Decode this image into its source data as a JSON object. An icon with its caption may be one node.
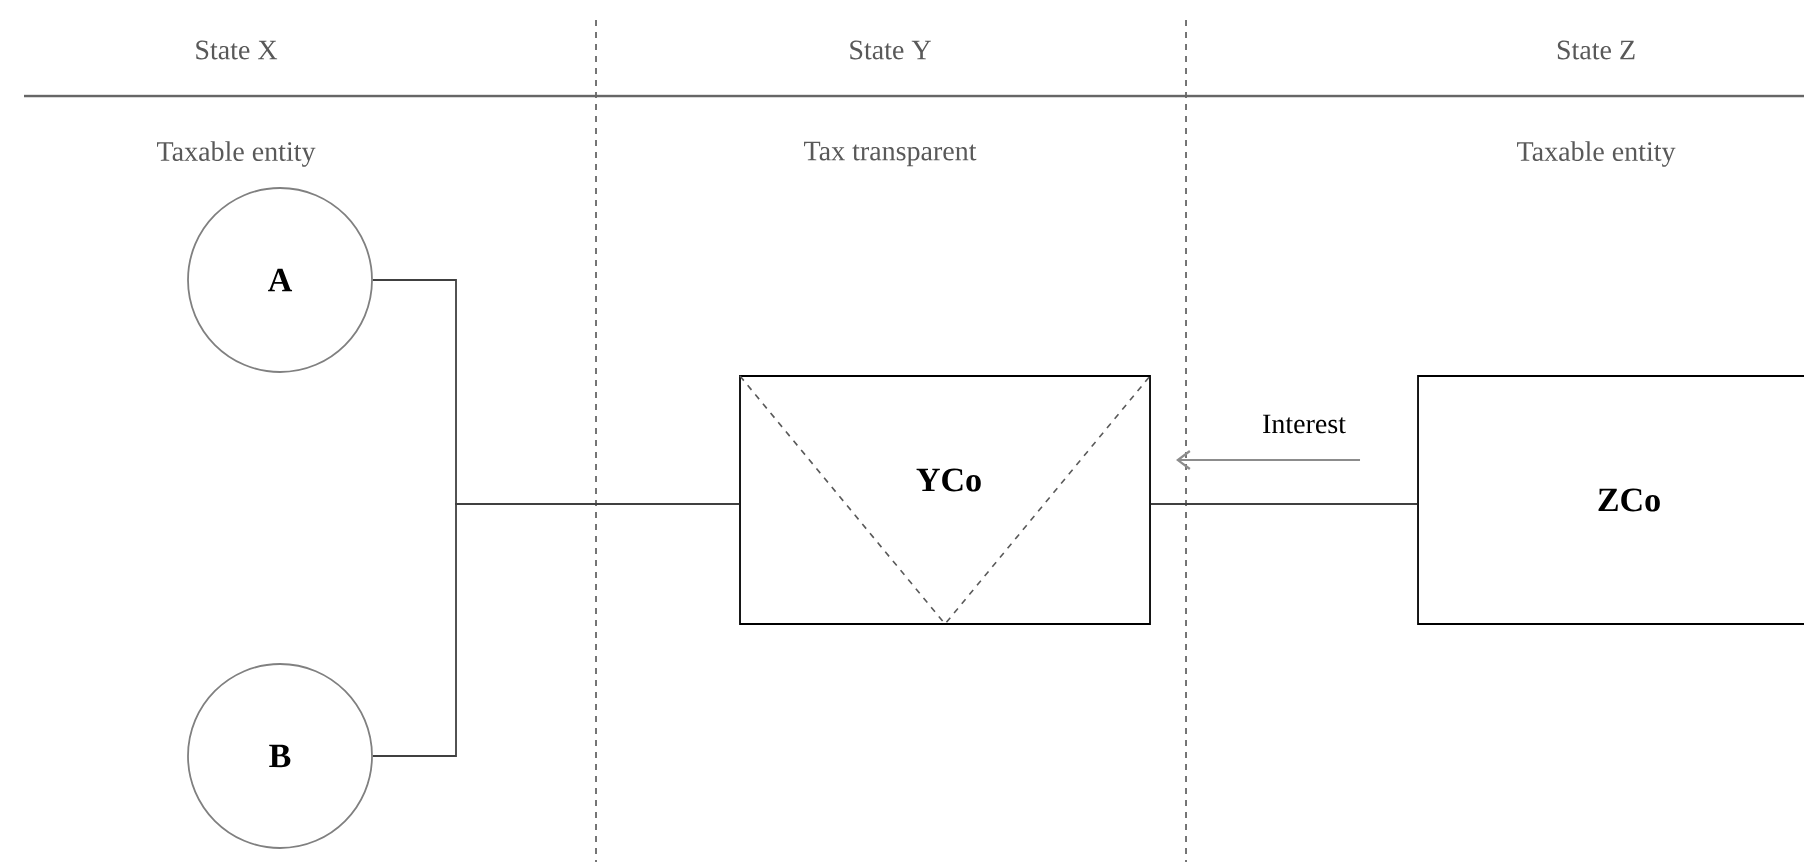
{
  "diagram": {
    "nodes": [
      {
        "text": [
          "A"
        ]
      },
      {
        "text": [
          "B"
        ]
      },
      {
        "text": [
          "YCo"
        ]
      },
      {
        "text": [
          "ZCo"
        ]
      }
    ],
    "edges": [
      {
        "from": 0,
        "to": 2,
        "arrow": "none"
      },
      {
        "from": 1,
        "to": 2,
        "arrow": "none"
      },
      {
        "from": 3,
        "to": 2,
        "arrow": "none"
      }
    ],
    "labels": [
      "State X",
      "State Y",
      "State Z",
      "Taxable entity",
      "Tax transparent",
      "Taxable entity",
      "Interest"
    ]
  }
}
